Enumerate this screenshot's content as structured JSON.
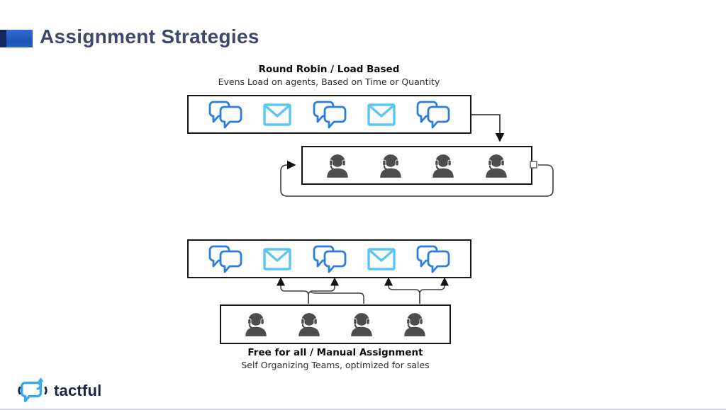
{
  "title": "Assignment Strategies",
  "top_diagram": {
    "heading": "Round Robin / Load Based",
    "subheading": "Evens Load on agents, Based on Time or Quantity",
    "channel_icons": [
      "chat",
      "email",
      "chat",
      "email",
      "chat"
    ],
    "agent_count": 4
  },
  "bottom_diagram": {
    "heading": "Free for all / Manual Assignment",
    "subheading": "Self Organizing Teams, optimized for sales",
    "channel_icons": [
      "chat",
      "email",
      "chat",
      "email",
      "chat"
    ],
    "agent_count": 4
  },
  "footer": {
    "brand": "tactful"
  },
  "colors": {
    "chat_icon": "#2b7de0",
    "email_icon": "#5bc6f2",
    "agent_icon": "#4d4d4d",
    "accent_bar_dark": "#15285e",
    "accent_bar_blue": "#1d53b4",
    "title_text": "#3d486b",
    "brand_text": "#1b2547",
    "connector_line": "#3f3f3f"
  }
}
